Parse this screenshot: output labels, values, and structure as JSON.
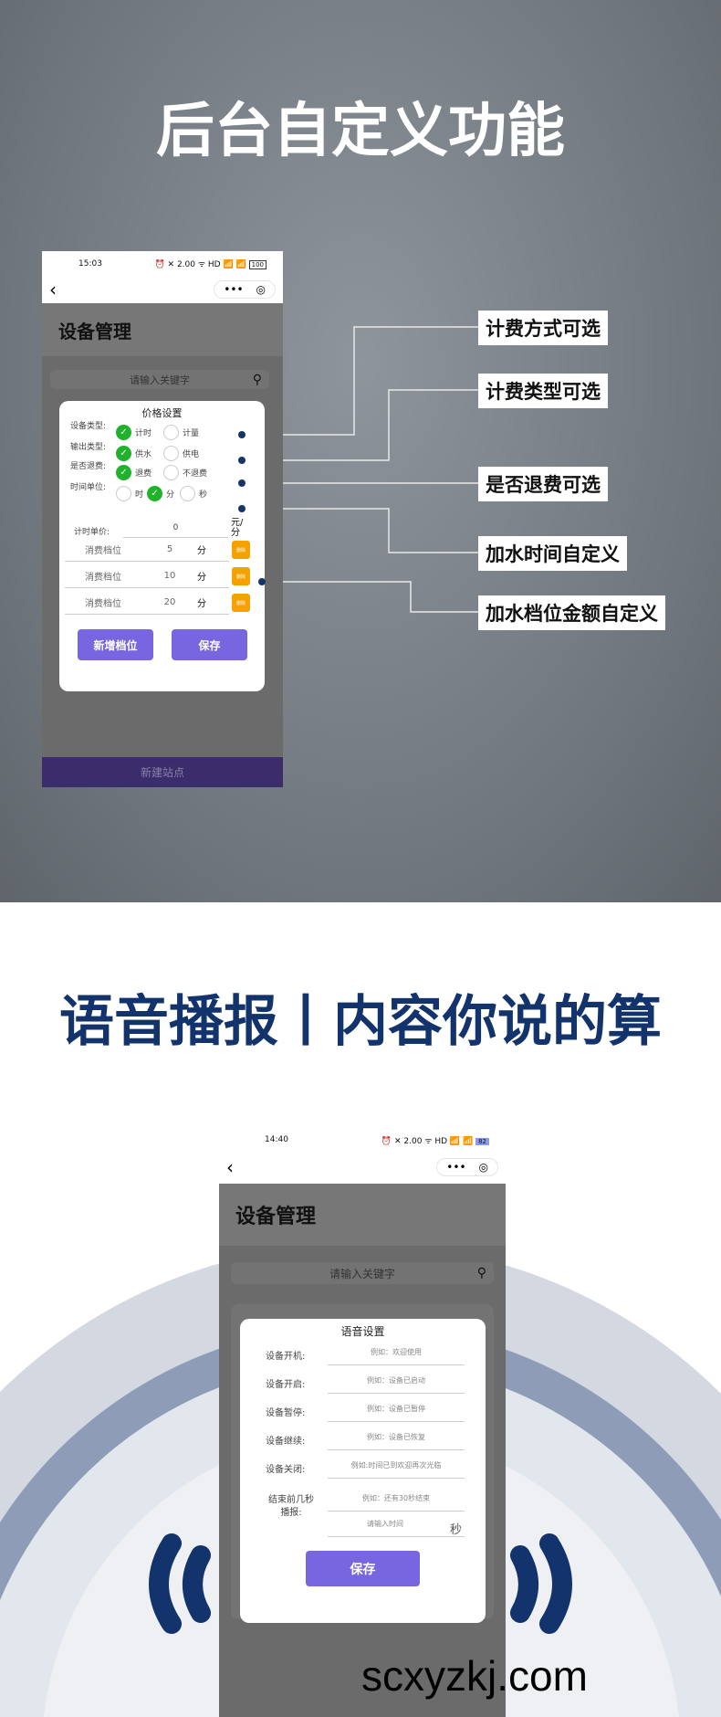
{
  "section1": {
    "title": "后台自定义功能",
    "phone": {
      "time": "15:03",
      "status_icons": "⏰ ✕ 2.00 ᯤ HD 📶 📶",
      "battery": "100",
      "back": "‹",
      "more": "•••",
      "target": "◎",
      "page_title": "设备管理",
      "search_placeholder": "请输入关键字",
      "bottom_button": "新建站点",
      "modal": {
        "title": "价格设置",
        "rows": [
          {
            "label": "设备类型:",
            "options": [
              {
                "text": "计时",
                "checked": true
              },
              {
                "text": "计量",
                "checked": false
              }
            ]
          },
          {
            "label": "输出类型:",
            "options": [
              {
                "text": "供水",
                "checked": true
              },
              {
                "text": "供电",
                "checked": false
              }
            ]
          },
          {
            "label": "是否退费:",
            "options": [
              {
                "text": "退费",
                "checked": true
              },
              {
                "text": "不退费",
                "checked": false
              }
            ]
          },
          {
            "label": "时间单位:",
            "options": [
              {
                "text": "时",
                "checked": false
              },
              {
                "text": "分",
                "checked": true
              },
              {
                "text": "秒",
                "checked": false
              }
            ]
          }
        ],
        "unit_price_label": "计时单价:",
        "unit_price_value": "0",
        "unit_price_unit": "元/分",
        "tiers": [
          {
            "label": "消费档位",
            "value": "5",
            "unit": "分",
            "delete": "删除"
          },
          {
            "label": "消费档位",
            "value": "10",
            "unit": "分",
            "delete": "删除"
          },
          {
            "label": "消费档位",
            "value": "20",
            "unit": "分",
            "delete": "删除"
          }
        ],
        "add_button": "新增档位",
        "save_button": "保存"
      }
    },
    "callouts": [
      "计费方式可选",
      "计费类型可选",
      "是否退费可选",
      "加水时间自定义",
      "加水档位金额自定义"
    ],
    "accent": "#16336a"
  },
  "section2": {
    "title": "语音播报丨内容你说的算",
    "phone": {
      "time": "14:40",
      "status_icons": "⏰ ✕ 2.00 ᯤ HD 📶 📶",
      "battery": "82",
      "back": "‹",
      "more": "•••",
      "target": "◎",
      "page_title": "设备管理",
      "search_placeholder": "请输入关键字",
      "modal": {
        "title": "语音设置",
        "rows": [
          {
            "label": "设备开机:",
            "placeholder": "例如：欢迎使用"
          },
          {
            "label": "设备开启:",
            "placeholder": "例如：设备已启动"
          },
          {
            "label": "设备暂停:",
            "placeholder": "例如：设备已暂停"
          },
          {
            "label": "设备继续:",
            "placeholder": "例如：设备已恢复"
          },
          {
            "label": "设备关闭:",
            "placeholder": "例如:时间已到欢迎再次光临"
          }
        ],
        "countdown_label": "结束前几秒播报:",
        "countdown_text_placeholder": "例如：还有30秒结束",
        "countdown_time_placeholder": "请输入时间",
        "countdown_unit": "秒",
        "save_button": "保存"
      }
    },
    "watermark": "scxyzkj.com",
    "accent": "#12336b"
  }
}
